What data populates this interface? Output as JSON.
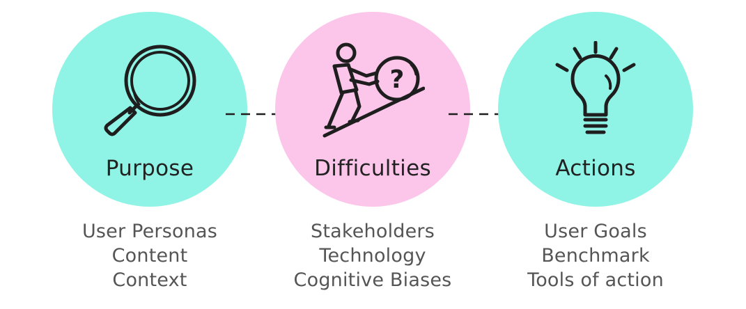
{
  "colors": {
    "teal": "#8ff4e5",
    "pink": "#fcc5ea",
    "icon_stroke": "#1e1e1e",
    "label_text": "#222222",
    "list_text": "#555555"
  },
  "steps": [
    {
      "title": "Purpose",
      "icon": "magnifying-glass-icon",
      "items": [
        "User Personas",
        "Content",
        "Context"
      ]
    },
    {
      "title": "Difficulties",
      "icon": "person-pushing-question-boulder-icon",
      "items": [
        "Stakeholders",
        "Technology",
        "Cognitive Biases"
      ]
    },
    {
      "title": "Actions",
      "icon": "lightbulb-icon",
      "items": [
        "User Goals",
        "Benchmark",
        "Tools of action"
      ]
    }
  ]
}
